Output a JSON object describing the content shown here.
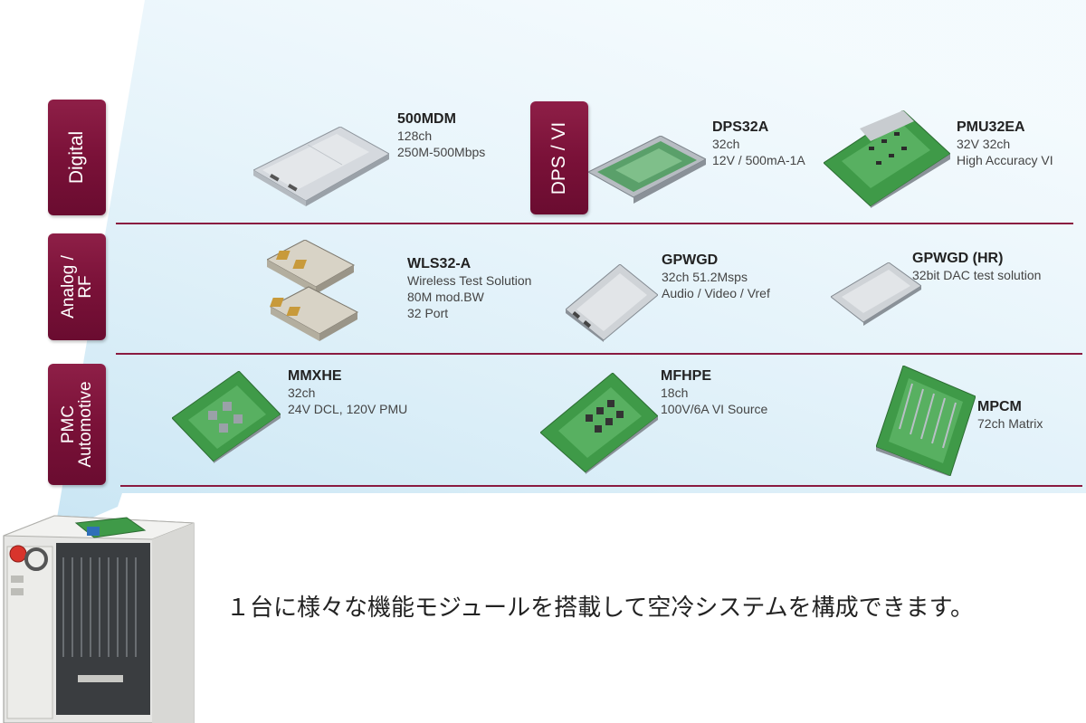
{
  "categories": [
    {
      "id": "digital",
      "label": "Digital"
    },
    {
      "id": "dps-vi",
      "label": "DPS / VI"
    },
    {
      "id": "analog-rf",
      "label_lines": [
        "Analog /",
        "RF"
      ]
    },
    {
      "id": "pmc-automotive",
      "label_lines": [
        "PMC",
        "Automotive"
      ]
    }
  ],
  "modules": {
    "m500mdm": {
      "name": "500MDM",
      "specs": [
        "128ch",
        "250M-500Mbps"
      ]
    },
    "dps32a": {
      "name": "DPS32A",
      "specs": [
        "32ch",
        "12V / 500mA-1A"
      ]
    },
    "pmu32ea": {
      "name": "PMU32EA",
      "specs": [
        "32V 32ch",
        "High Accuracy VI"
      ]
    },
    "wls32a": {
      "name": "WLS32-A",
      "specs": [
        "Wireless Test Solution",
        "80M mod.BW",
        "32 Port"
      ]
    },
    "gpwgd": {
      "name": "GPWGD",
      "specs": [
        "32ch 51.2Msps",
        "Audio / Video / Vref"
      ]
    },
    "gpwgd_hr": {
      "name": "GPWGD (HR)",
      "specs": [
        "32bit DAC test solution"
      ]
    },
    "mmxhe": {
      "name": "MMXHE",
      "specs": [
        "32ch",
        "24V DCL, 120V PMU"
      ]
    },
    "mfhpe": {
      "name": "MFHPE",
      "specs": [
        "18ch",
        "100V/6A VI Source"
      ]
    },
    "mpcm": {
      "name": "MPCM",
      "specs": [
        "72ch Matrix"
      ]
    }
  },
  "tagline": "１台に様々な機能モジュールを搭載して空冷システムを構成できます。",
  "colors": {
    "tab": "#7a1138",
    "divider": "#8a1a40",
    "beam": "#d9eef8",
    "pcb_green": "#3f9a48",
    "metal": "#c9cdd2"
  },
  "icons": {
    "machine": "test-system-illustration",
    "boards": "module-board-illustration"
  }
}
